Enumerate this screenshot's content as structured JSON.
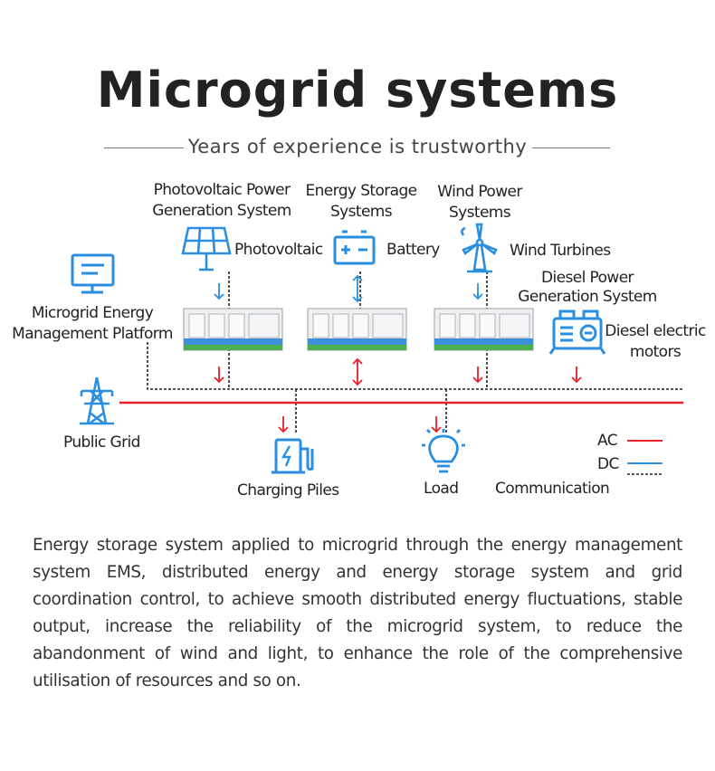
{
  "header": {
    "title": "Microgrid systems",
    "subtitle": "Years of experience is trustworthy"
  },
  "diagram": {
    "pv_system": "Photovoltaic Power\nGeneration System",
    "pv_label": "Photovoltaic",
    "storage_system": "Energy Storage\nSystems",
    "battery_label": "Battery",
    "wind_system": "Wind Power\nSystems",
    "wind_label": "Wind Turbines",
    "diesel_system": "Diesel Power\nGeneration System",
    "diesel_label": "Diesel electric\nmotors",
    "ems_label": "Microgrid Energy\nManagement Platform",
    "grid_label": "Public Grid",
    "charging_label": "Charging Piles",
    "load_label": "Load"
  },
  "legend": {
    "ac": "AC",
    "dc": "DC",
    "communication": "Communication",
    "ac_color": "#e8202a",
    "dc_color": "#2a8fe0"
  },
  "description": "Energy storage system applied to microgrid through the energy management system EMS, distributed energy and energy storage system and grid coordination control, to achieve smooth distributed energy fluctuations, stable output, increase the reliability of the microgrid system, to reduce the abandonment of wind and light, to enhance the role of the comprehensive utilisation of resources and so on."
}
